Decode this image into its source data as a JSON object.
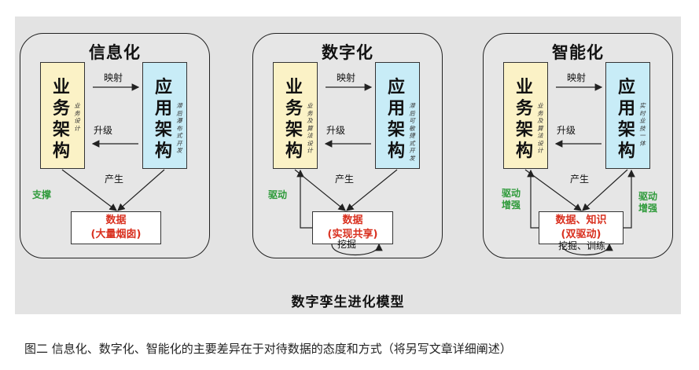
{
  "figure": {
    "title": "数字孪生进化模型",
    "panels": [
      {
        "title": "信息化",
        "left_box": {
          "main": "业务架构",
          "sub": "业务设计"
        },
        "right_box": {
          "main": "应用架构",
          "sub": "滞后瀑布式开发"
        },
        "map_label": "映射",
        "upgrade_label": "升级",
        "produce_label": "产生",
        "data_box": [
          "数据",
          "(大量烟囱)"
        ],
        "side_left": "支撑",
        "side_right": "",
        "bottom_label": ""
      },
      {
        "title": "数字化",
        "left_box": {
          "main": "业务架构",
          "sub": "业务及算法设计"
        },
        "right_box": {
          "main": "应用架构",
          "sub": "滞后可敏捷式开发"
        },
        "map_label": "映射",
        "upgrade_label": "升级",
        "produce_label": "产生",
        "data_box": [
          "数据",
          "(实现共享)"
        ],
        "side_left": "驱动",
        "side_right": "",
        "bottom_label": "挖掘"
      },
      {
        "title": "智能化",
        "left_box": {
          "main": "业务架构",
          "sub": "业务及算法设计"
        },
        "right_box": {
          "main": "应用架构",
          "sub": "实时业技一体"
        },
        "map_label": "映射",
        "upgrade_label": "升级",
        "produce_label": "产生",
        "data_box": [
          "数据、知识",
          "(双驱动)"
        ],
        "side_left": "驱动\n增强",
        "side_right": "驱动\n增强",
        "bottom_label": "挖掘、训练"
      }
    ]
  },
  "caption": "图二 信息化、数字化、智能化的主要差异在于对待数据的态度和方式（将另写文章详细阐述）",
  "colors": {
    "biz_box": "#fbf2c6",
    "app_box": "#c8ecf7",
    "data_text": "#d9301f",
    "side_text": "#2e9a3a"
  }
}
